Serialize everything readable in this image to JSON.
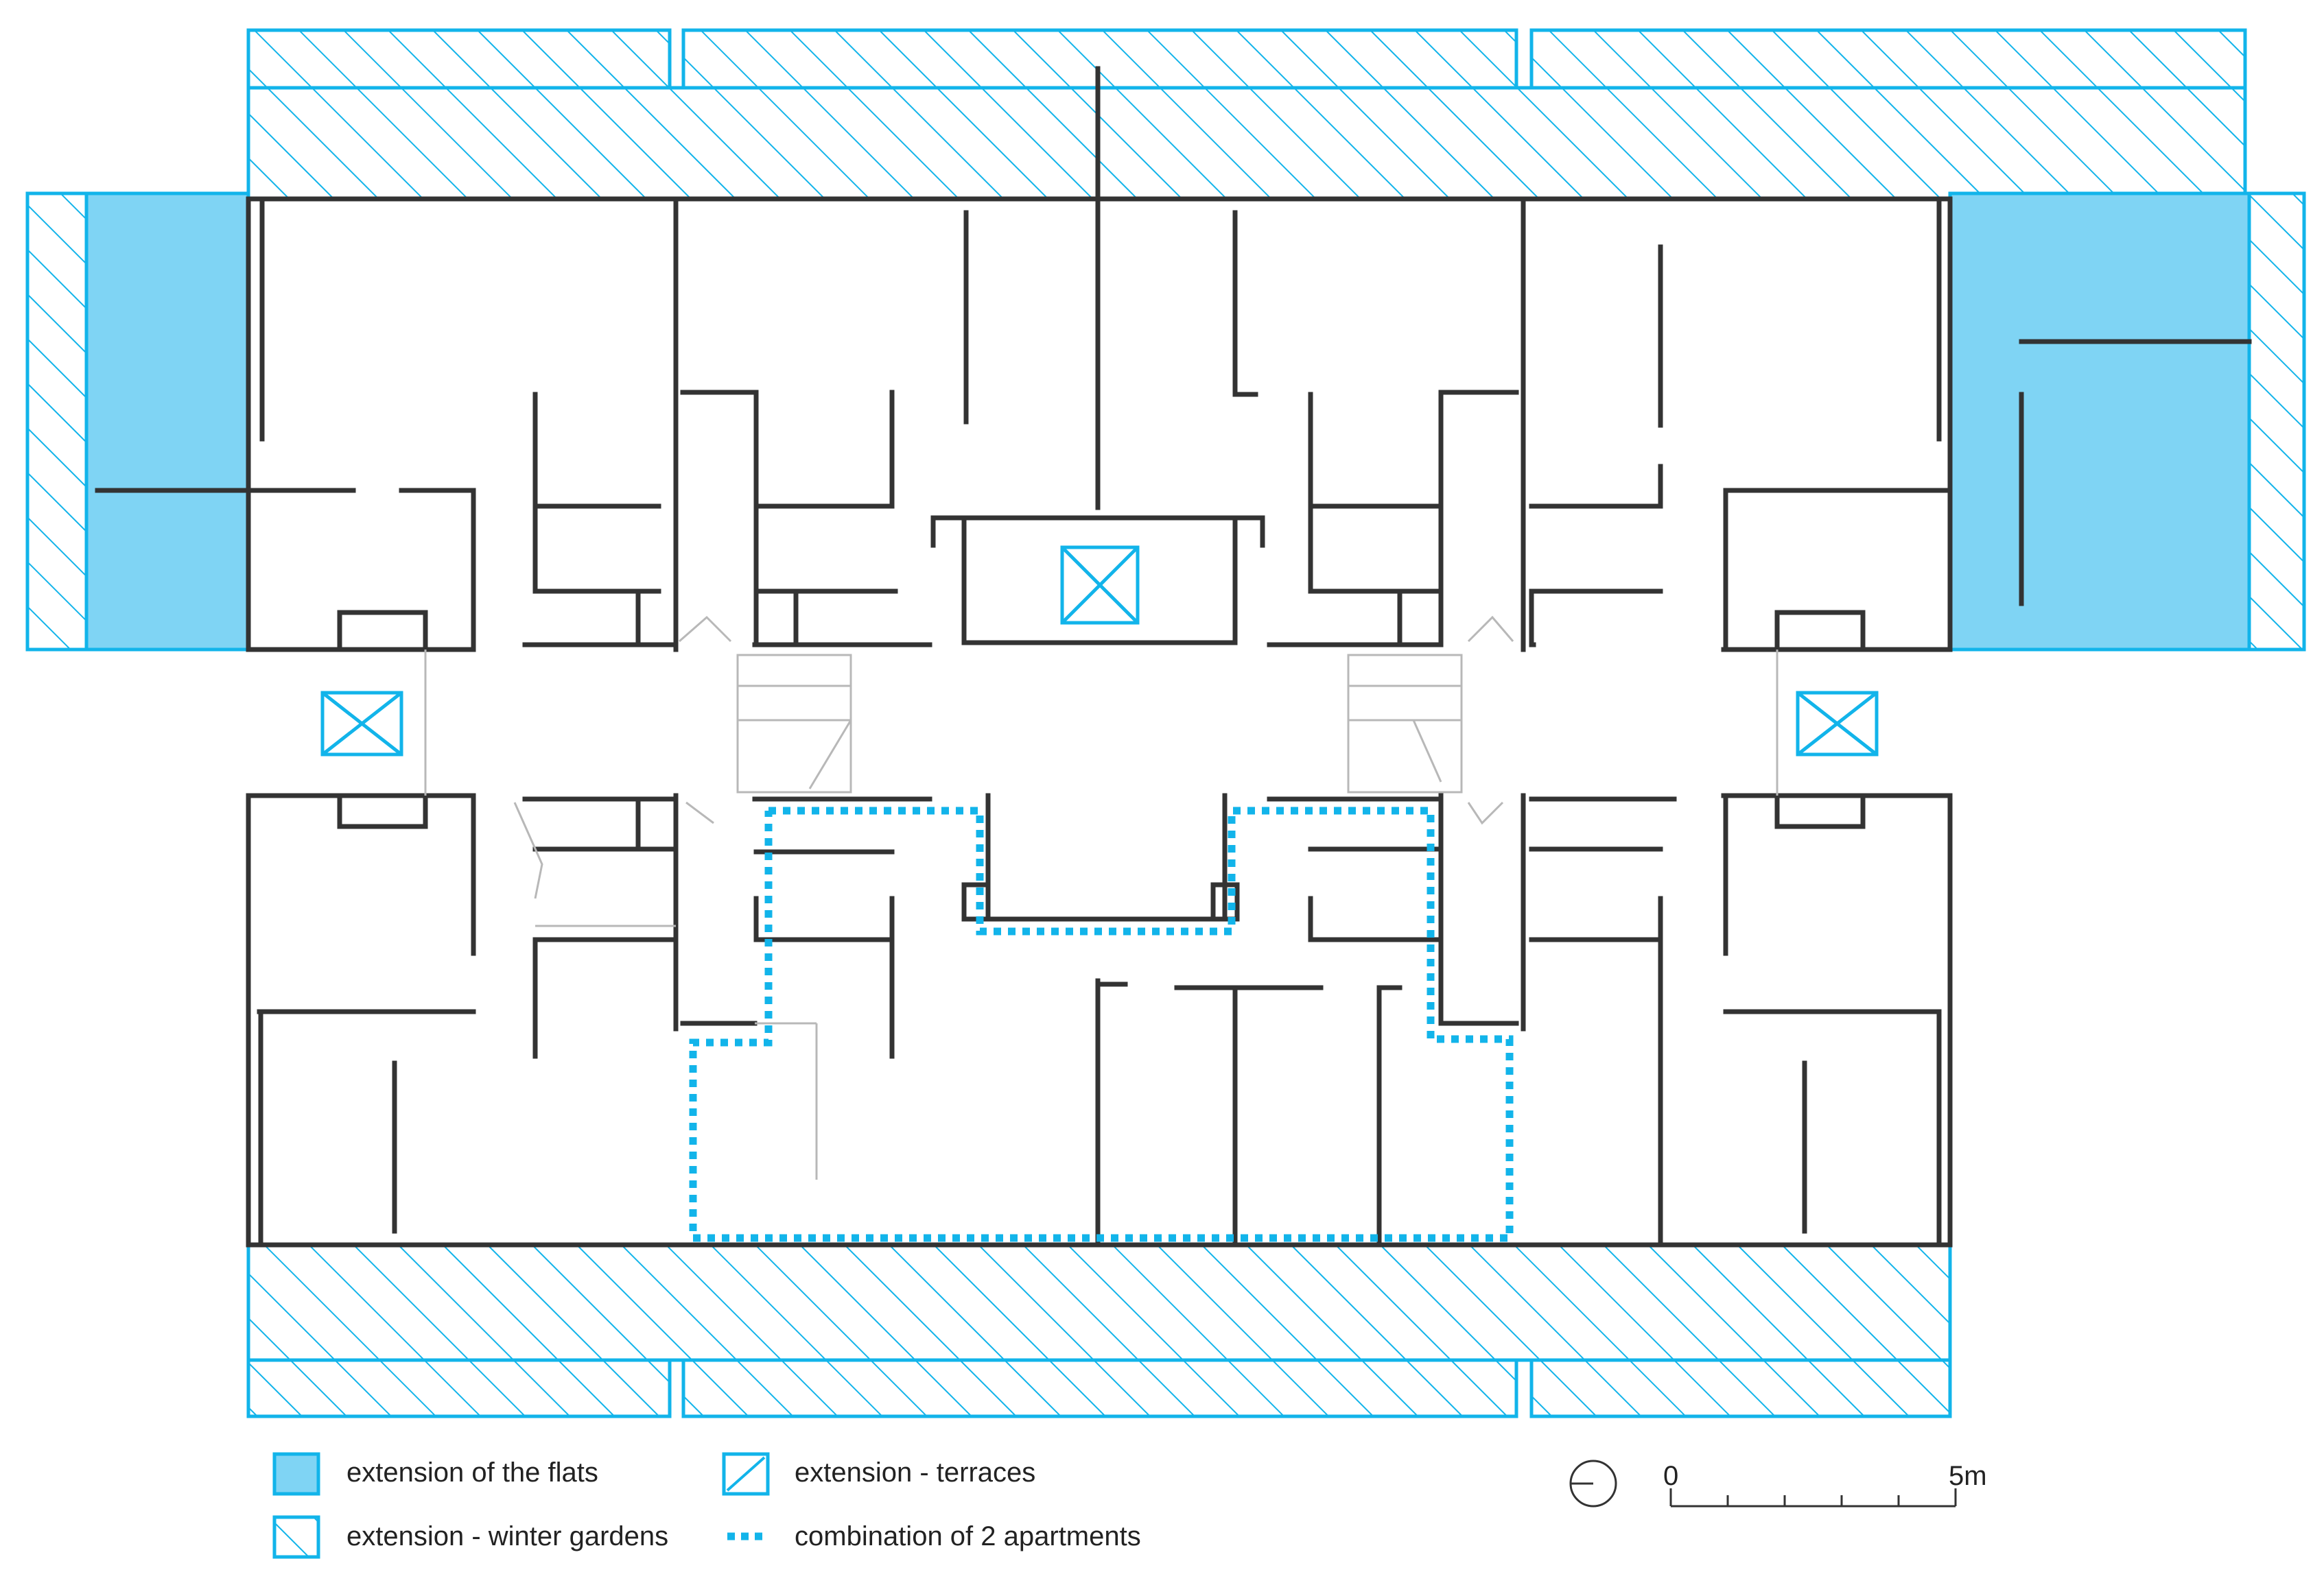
{
  "colors": {
    "accent": "#12b4ea",
    "fill": "#7fd4f4",
    "wall": "#333333",
    "thin_line": "#b8b8b8",
    "text": "#222222"
  },
  "legend": {
    "items": [
      {
        "key": "flats",
        "label": "extension of the flats",
        "swatch": "solid-fill"
      },
      {
        "key": "terraces",
        "label": "extension - terraces",
        "swatch": "single-diagonal"
      },
      {
        "key": "winter_gardens",
        "label": "extension - winter gardens",
        "swatch": "hatched"
      },
      {
        "key": "combination",
        "label": "combination of 2 apartments",
        "swatch": "dotted-line"
      }
    ]
  },
  "scale_bar": {
    "start_label": "0",
    "end_label": "5m",
    "segments": 5
  },
  "icons": {
    "north_arrow": "north-arrow-icon",
    "elevator": "elevator-shaft-icon"
  }
}
